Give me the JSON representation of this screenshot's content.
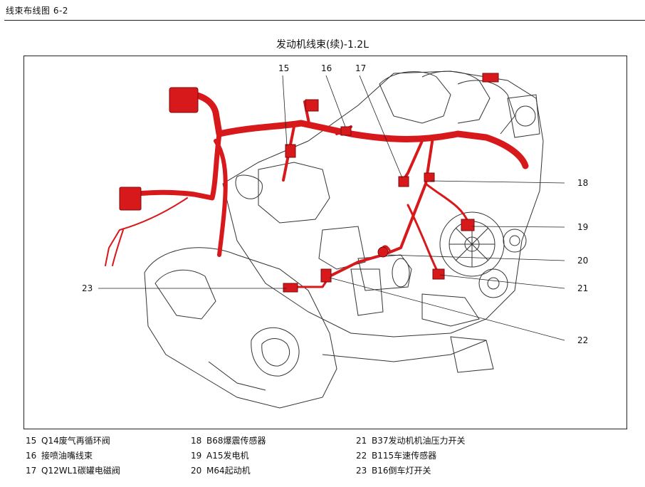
{
  "header": {
    "text": "线束布线图 6-2"
  },
  "title": "发动机线束(续)-1.2L",
  "callouts": [
    "15",
    "16",
    "17",
    "18",
    "19",
    "20",
    "21",
    "22",
    "23"
  ],
  "legend": [
    {
      "num": "15",
      "label": "Q14废气再循环阀"
    },
    {
      "num": "16",
      "label": "接喷油嘴线束"
    },
    {
      "num": "17",
      "label": "Q12WL1碳罐电磁阀"
    },
    {
      "num": "18",
      "label": "B68爆震传感器"
    },
    {
      "num": "19",
      "label": "A15发电机"
    },
    {
      "num": "20",
      "label": "M64起动机"
    },
    {
      "num": "21",
      "label": "B37发动机机油压力开关"
    },
    {
      "num": "22",
      "label": "B115车速传感器"
    },
    {
      "num": "23",
      "label": "B16倒车灯开关"
    }
  ],
  "colors": {
    "harness": "#d7191c",
    "outline": "#333333"
  }
}
